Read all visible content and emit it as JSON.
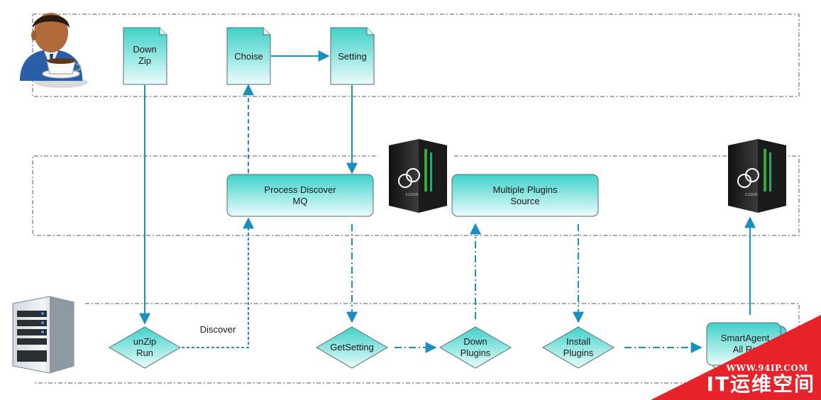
{
  "nodes": {
    "down_zip": "Down\nZip",
    "choise": "Choise",
    "setting": "Setting",
    "process_discover": "Process Discover\nMQ",
    "multiple_plugins": "Multiple Plugins\nSource",
    "unzip_run": "unZip\nRun",
    "get_setting": "GetSetting",
    "down_plugins": "Down\nPlugins",
    "install_plugins": "Install\nPlugins",
    "smart_agent": "SmartAgent\nAll Ro"
  },
  "edge_labels": {
    "discover": "Discover"
  },
  "icons": {
    "user": "user-with-coffee-icon",
    "server_center": "server-rack-icon",
    "server_right": "server-rack-icon",
    "server_bottom": "server-tower-icon"
  },
  "watermark": {
    "url": "WWW.94IP.COM",
    "text": "IT运维空间"
  },
  "colors": {
    "flow": "#1a8fbf",
    "node_fill_top": "#3fd1c9",
    "node_fill_bottom": "#e9fbfa",
    "node_border": "#5a6b73",
    "lane_border": "#555555",
    "watermark": "#e8222a"
  }
}
